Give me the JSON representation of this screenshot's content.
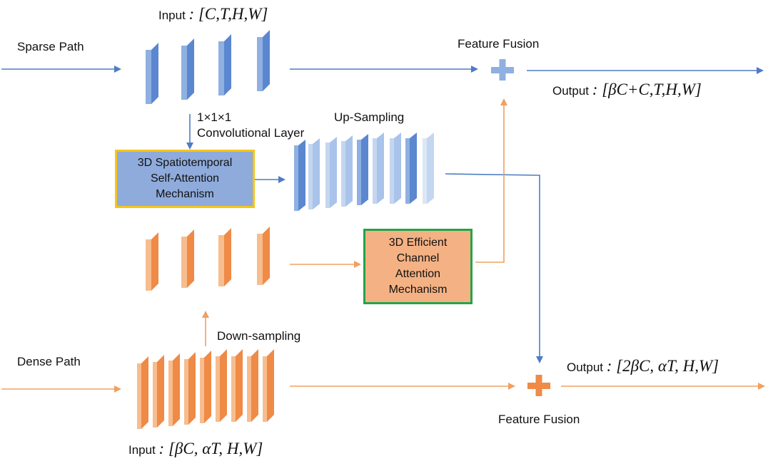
{
  "labels": {
    "sparse_path": "Sparse Path",
    "dense_path": "Dense Path",
    "input_top_prefix": "Input",
    "input_top_shape": ": [C,T,H,W]",
    "input_bottom_prefix": "Input",
    "input_bottom_shape": ": [βC, αT, H,W]",
    "feature_fusion_top": "Feature Fusion",
    "feature_fusion_bottom": "Feature Fusion",
    "output_top_prefix": "Output",
    "output_top_shape": ": [βC+C,T,H,W]",
    "output_bottom_prefix": "Output",
    "output_bottom_shape": ": [2βC, αT, H,W]",
    "conv_line1": "1×1×1",
    "conv_line2": "Convolutional Layer",
    "up_sampling": "Up-Sampling",
    "down_sampling": "Down-sampling"
  },
  "boxes": {
    "spatiotemporal": {
      "line1": "3D Spatiotemporal",
      "line2": "Self-Attention",
      "line3": "Mechanism"
    },
    "efficient_channel": {
      "line1": "3D Efficient",
      "line2": "Channel",
      "line3": "Attention",
      "line4": "Mechanism"
    }
  },
  "colors": {
    "blue_arrow": "#4f7cc4",
    "orange_arrow": "#f0a060",
    "blue_dark": "#5b86d0",
    "blue_mid": "#8fb0e0",
    "blue_light": "#c4d6f0",
    "orange_dark": "#ef8a47",
    "orange_light": "#f7bd8e",
    "box_blue_fill": "#8fabdc",
    "box_blue_border": "#f5c518",
    "box_orange_fill": "#f4b183",
    "box_orange_border": "#22a44a"
  }
}
